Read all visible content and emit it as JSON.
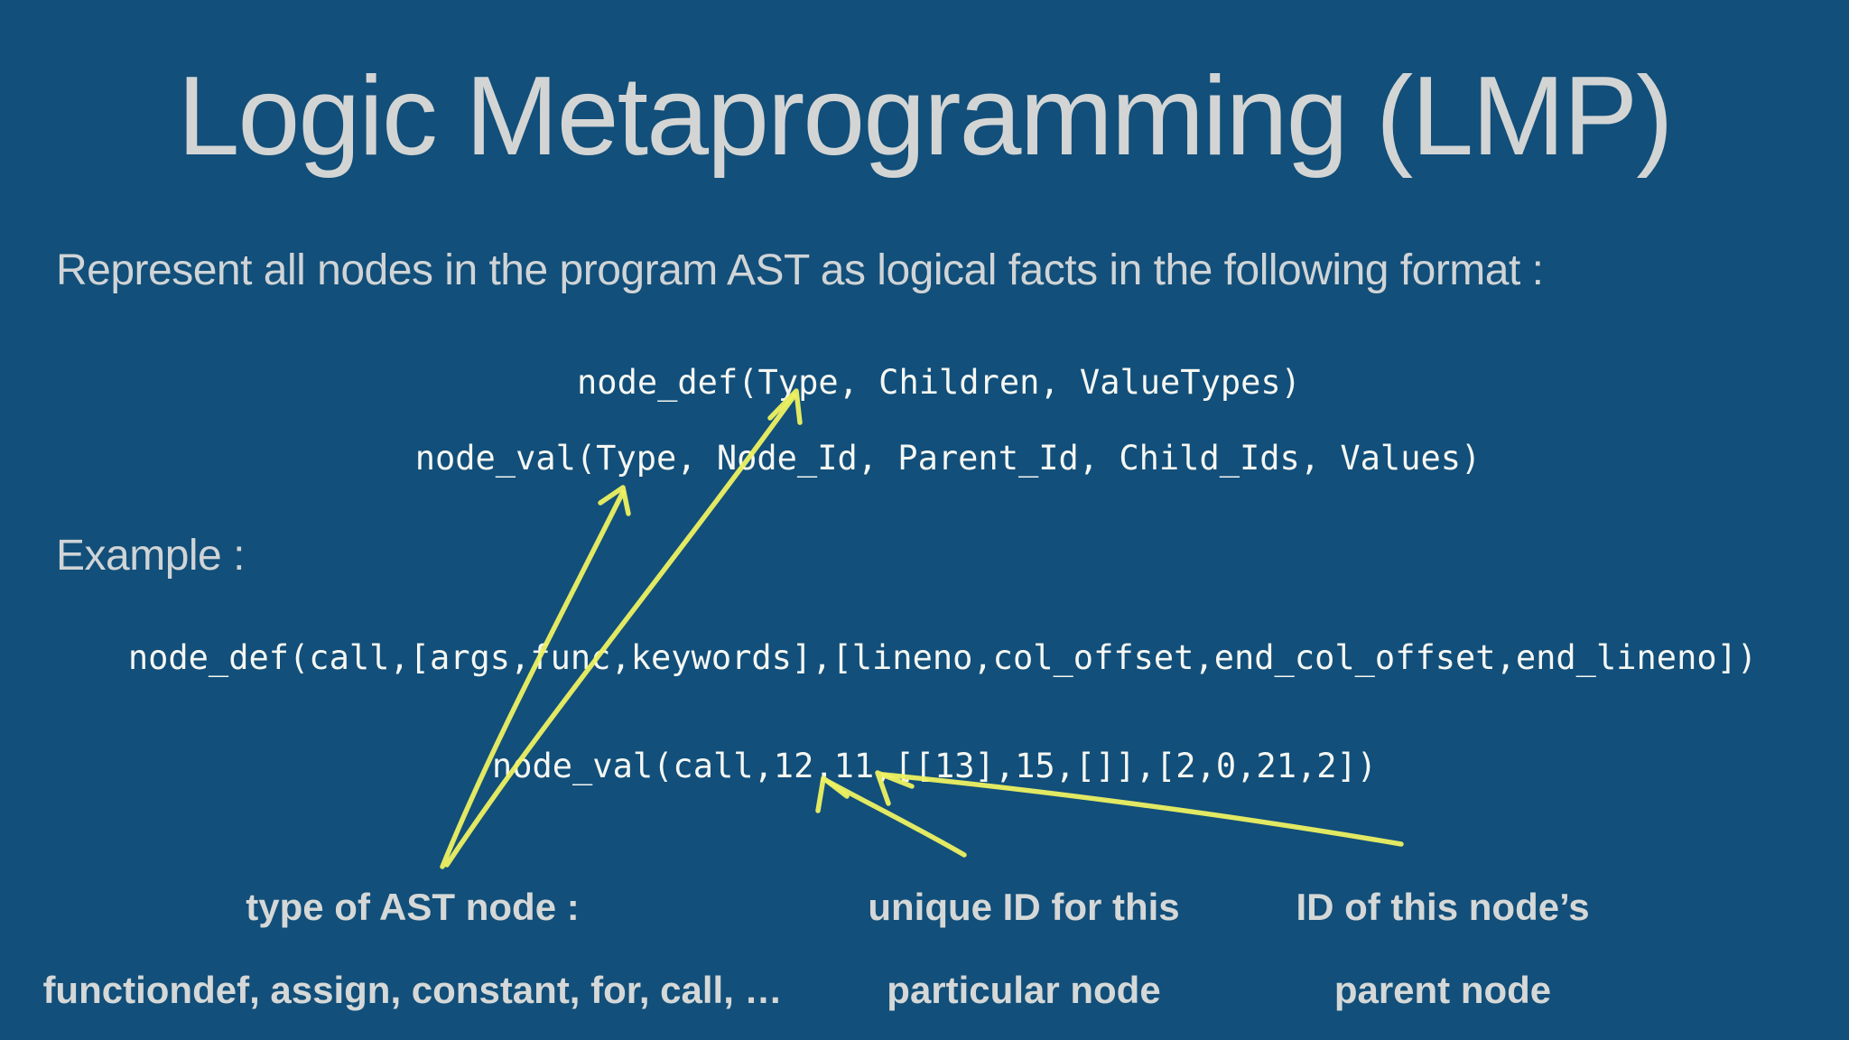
{
  "slide": {
    "title": "Logic Metaprogramming (LMP)",
    "intro": "Represent all nodes in the program AST as logical facts in the following format :",
    "format_lines": [
      "node_def(Type, Children, ValueTypes)",
      "node_val(Type, Node_Id, Parent_Id, Child_Ids, Values)"
    ],
    "example_heading": "Example :",
    "example_lines": [
      "node_def(call,[args,func,keywords],[lineno,col_offset,end_col_offset,end_lineno])",
      "node_val(call,12,11,[[13],15,[]],[2,0,21,2])"
    ],
    "annotations": [
      {
        "line1": "type of AST node :",
        "line2": "functiondef, assign, constant, for, call, …"
      },
      {
        "line1": "unique ID for this",
        "line2": "particular node"
      },
      {
        "line1": "ID of this node’s",
        "line2": "parent node"
      }
    ],
    "colors": {
      "background": "#124f7a",
      "heading_text": "#d3d5d4",
      "body_text": "#d0d4d6",
      "code_text": "#f5f7f2",
      "arrow": "#eef161"
    }
  }
}
